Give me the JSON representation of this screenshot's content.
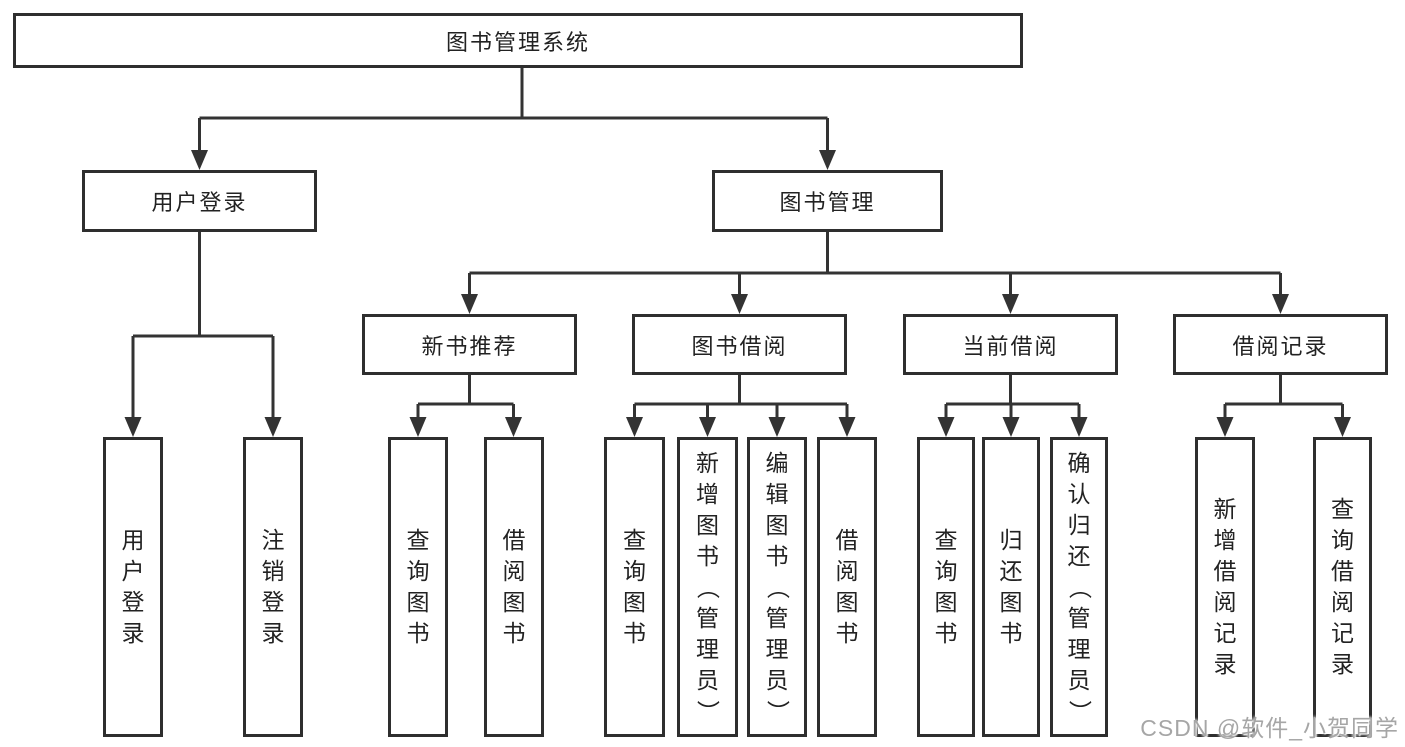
{
  "diagram": {
    "root": {
      "label": "图书管理系统"
    },
    "branches": [
      {
        "label": "用户登录",
        "children": [
          {
            "label": "用户登录"
          },
          {
            "label": "注销登录"
          }
        ]
      },
      {
        "label": "图书管理",
        "sections": [
          {
            "label": "新书推荐",
            "children": [
              {
                "label": "查询图书"
              },
              {
                "label": "借阅图书"
              }
            ]
          },
          {
            "label": "图书借阅",
            "children": [
              {
                "label": "查询图书"
              },
              {
                "label": "新增图书（管理员）"
              },
              {
                "label": "编辑图书（管理员）"
              },
              {
                "label": "借阅图书"
              }
            ]
          },
          {
            "label": "当前借阅",
            "children": [
              {
                "label": "查询图书"
              },
              {
                "label": "归还图书"
              },
              {
                "label": "确认归还（管理员）"
              }
            ]
          },
          {
            "label": "借阅记录",
            "children": [
              {
                "label": "新增借阅记录"
              },
              {
                "label": "查询借阅记录"
              }
            ]
          }
        ]
      }
    ]
  },
  "watermark": {
    "text": "CSDN @软件_小贺同学"
  },
  "colors": {
    "line": "#333333",
    "box_border": "#2e2e2e",
    "text": "#222222",
    "background": "#ffffff",
    "watermark": "#a6a6a6"
  }
}
